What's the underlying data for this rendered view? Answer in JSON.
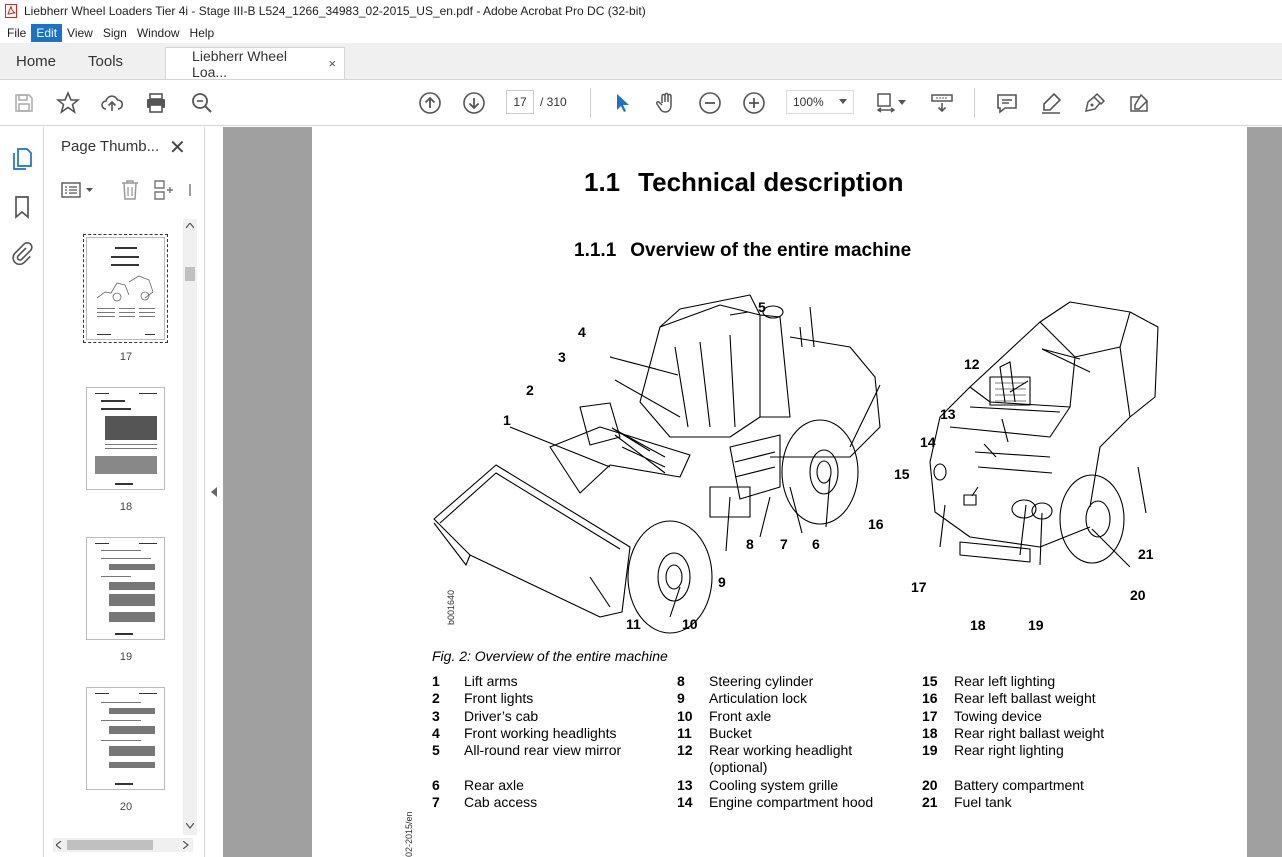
{
  "window": {
    "title": "Liebherr Wheel Loaders Tier 4i - Stage III-B L524_1266_34983_02-2015_US_en.pdf - Adobe Acrobat Pro DC (32-bit)"
  },
  "menu": [
    "File",
    "Edit",
    "View",
    "Sign",
    "Window",
    "Help"
  ],
  "tabs": {
    "home": "Home",
    "tools": "Tools",
    "document": "Liebherr Wheel Loa...",
    "close": "×"
  },
  "toolbar": {
    "current_page": "17",
    "total_pages": "/ 310",
    "zoom": "100%"
  },
  "thumbnails": {
    "panel_title": "Page Thumb...",
    "close": "✕",
    "pages": [
      "17",
      "18",
      "19",
      "20"
    ]
  },
  "document": {
    "h1_num": "1.1",
    "h1_text": "Technical description",
    "h2_num": "1.1.1",
    "h2_text": "Overview of the entire machine",
    "figure_code": "b001640",
    "caption": "Fig. 2: Overview of the entire machine",
    "side_code": "02-2015/en",
    "callouts": [
      "1",
      "2",
      "3",
      "4",
      "5",
      "6",
      "7",
      "8",
      "9",
      "10",
      "11",
      "12",
      "13",
      "14",
      "15",
      "16",
      "17",
      "18",
      "19",
      "20",
      "21"
    ],
    "legend_col1": [
      {
        "n": "1",
        "t": "Lift arms"
      },
      {
        "n": "2",
        "t": "Front lights"
      },
      {
        "n": "3",
        "t": "Driver’s cab"
      },
      {
        "n": "4",
        "t": "Front working headlights"
      },
      {
        "n": "5",
        "t": "All-round rear view mirror"
      },
      {
        "n": "",
        "t": ""
      },
      {
        "n": "6",
        "t": "Rear axle"
      },
      {
        "n": "7",
        "t": "Cab access"
      }
    ],
    "legend_col2": [
      {
        "n": "8",
        "t": "Steering cylinder"
      },
      {
        "n": "9",
        "t": "Articulation lock"
      },
      {
        "n": "10",
        "t": "Front axle"
      },
      {
        "n": "11",
        "t": "Bucket"
      },
      {
        "n": "12",
        "t": "Rear working headlight"
      },
      {
        "n": "",
        "t": "(optional)"
      },
      {
        "n": "13",
        "t": "Cooling system grille"
      },
      {
        "n": "14",
        "t": "Engine compartment hood"
      }
    ],
    "legend_col3": [
      {
        "n": "15",
        "t": "Rear left lighting"
      },
      {
        "n": "16",
        "t": "Rear left ballast weight"
      },
      {
        "n": "17",
        "t": "Towing device"
      },
      {
        "n": "18",
        "t": "Rear right ballast weight"
      },
      {
        "n": "19",
        "t": "Rear right lighting"
      },
      {
        "n": "",
        "t": ""
      },
      {
        "n": "20",
        "t": "Battery compartment"
      },
      {
        "n": "21",
        "t": "Fuel tank"
      }
    ]
  },
  "colors": {
    "accent": "#1a73c8",
    "pdf_red": "#d8261c",
    "doc_bg": "#a0a0a0"
  }
}
